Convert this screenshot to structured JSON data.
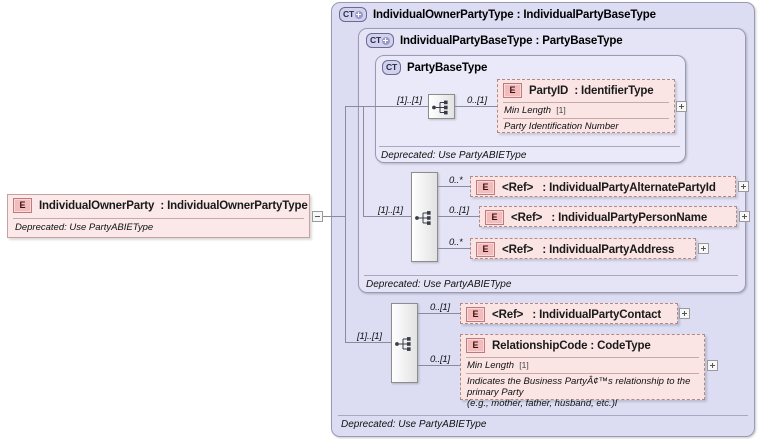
{
  "diagram": {
    "type": "xsd-schema-diagram",
    "root_element": {
      "badge": "E",
      "name": "IndividualOwnerParty",
      "separator": ":",
      "type": "IndividualOwnerPartyType",
      "documentation": "Deprecated: Use PartyABIEType",
      "toggle": "minus"
    },
    "containers": [
      {
        "badge": "CT",
        "badge_plus": true,
        "name": "IndividualOwnerPartyType",
        "separator": ":",
        "base_type": "IndividualPartyBaseType",
        "footer_note": "Deprecated: Use PartyABIEType"
      },
      {
        "badge": "CT",
        "badge_plus": true,
        "name": "IndividualPartyBaseType",
        "separator": ":",
        "base_type": "PartyBaseType",
        "footer_note": "Deprecated: Use PartyABIEType"
      },
      {
        "badge": "CT",
        "badge_plus": false,
        "name": "PartyBaseType",
        "separator": "",
        "base_type": "",
        "footer_note": "Deprecated: Use PartyABIEType"
      }
    ],
    "compositors": [
      {
        "kind": "sequence",
        "cardinality": "[1]..[1]"
      },
      {
        "kind": "sequence",
        "cardinality": "[1]..[1]"
      },
      {
        "kind": "sequence",
        "cardinality": "[1]..[1]"
      }
    ],
    "elements": [
      {
        "badge": "E",
        "name": "PartyID",
        "separator": ":",
        "type": "IdentifierType",
        "cardinality": "0..[1]",
        "facet_label": "Min Length",
        "facet_value": "[1]",
        "documentation": "Party Identification Number",
        "toggle": "plus"
      },
      {
        "badge": "E",
        "name": "<Ref>",
        "separator": ":",
        "type": "IndividualPartyAlternatePartyId",
        "cardinality": "0..*",
        "toggle": "plus"
      },
      {
        "badge": "E",
        "name": "<Ref>",
        "separator": ":",
        "type": "IndividualPartyPersonName",
        "cardinality": "0..[1]",
        "toggle": "plus"
      },
      {
        "badge": "E",
        "name": "<Ref>",
        "separator": ":",
        "type": "IndividualPartyAddress",
        "cardinality": "0..*",
        "toggle": "plus"
      },
      {
        "badge": "E",
        "name": "<Ref>",
        "separator": ":",
        "type": "IndividualPartyContact",
        "cardinality": "0..[1]",
        "toggle": "plus"
      },
      {
        "badge": "E",
        "name": "RelationshipCode",
        "separator": ":",
        "type": "CodeType",
        "cardinality": "0..[1]",
        "facet_label": "Min Length",
        "facet_value": "[1]",
        "documentation_line1": "Indicates the Business PartyÂ¢™s relationship to the primary Party",
        "documentation_line2": "(e.g., mother, father, husband, etc.)l",
        "toggle": "plus"
      }
    ],
    "colors": {
      "container_fill": "#dcdcf2",
      "container_fill_inner": "#e4e4f6",
      "container_border": "#9a9ab5",
      "element_fill": "#fae4e4",
      "element_border": "#b08a8a",
      "e_badge_fill": "#f2bcbc",
      "connector": "#8a8aa0",
      "canvas": "#ffffff"
    }
  }
}
